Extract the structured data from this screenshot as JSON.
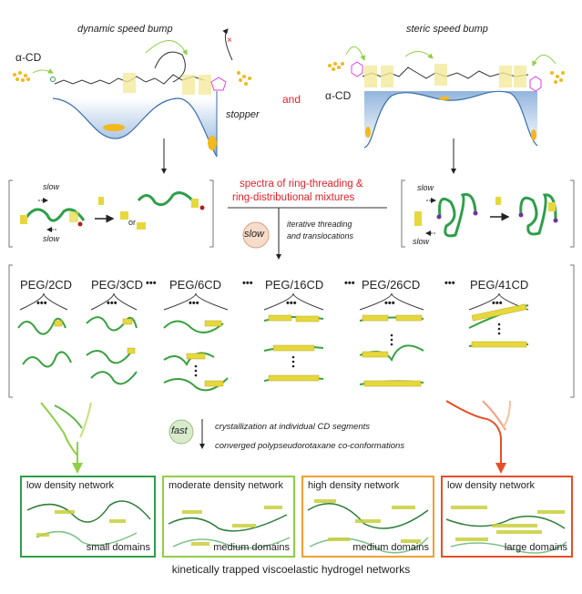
{
  "top": {
    "left_title": "dynamic speed bump",
    "right_title": "steric speed bump",
    "alpha_cd_left": "α-CD",
    "alpha_cd_right": "α-CD",
    "stopper": "stopper",
    "and": "and"
  },
  "middle": {
    "slow_top_left": "slow",
    "slow_bottom_left": "slow",
    "or": "or",
    "spectra_line1": "spectra of ring-threading &",
    "spectra_line2": "ring-distributional mixtures",
    "slow_badge": "slow",
    "iterative_line1": "iterative threading",
    "iterative_line2": "and translocations",
    "slow_top_right": "slow",
    "slow_bottom_right": "slow"
  },
  "peg_labels": [
    "PEG/2CD",
    "PEG/3CD",
    "PEG/6CD",
    "PEG/16CD",
    "PEG/26CD",
    "PEG/41CD"
  ],
  "ellipsis": "•••",
  "fast": {
    "badge": "fast",
    "line1": "crystallization at individual CD segments",
    "line2": "converged polypseudorotaxane co-conformations"
  },
  "networks": [
    {
      "title": "low density network",
      "domains": "small domains",
      "color": "#2e9e4a"
    },
    {
      "title": "moderate density network",
      "domains": "medium domains",
      "color": "#8fcf45"
    },
    {
      "title": "high density network",
      "domains": "medium domains",
      "color": "#f0a035"
    },
    {
      "title": "low density network",
      "domains": "large domains",
      "color": "#e84e26"
    }
  ],
  "caption": "kinetically trapped viscoelastic hydrogel networks"
}
